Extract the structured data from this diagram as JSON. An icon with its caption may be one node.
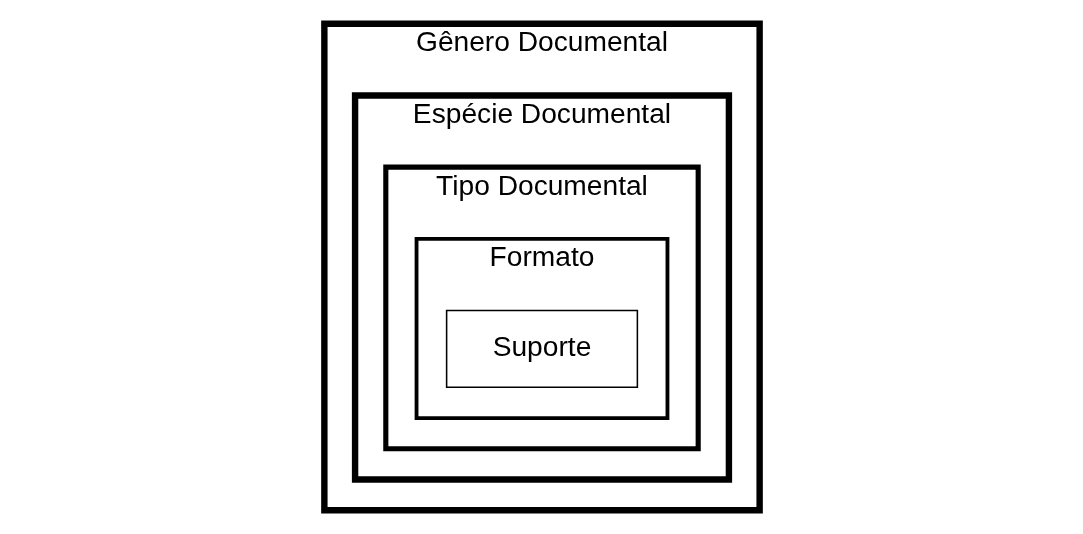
{
  "diagram": {
    "nodes": [
      {
        "text": [
          "Gênero Documental"
        ]
      },
      {
        "text": [
          "Espécie Documental"
        ],
        "in": 0
      },
      {
        "text": [
          "Tipo Documental"
        ],
        "in": 1
      },
      {
        "text": [
          "Formato"
        ],
        "in": 2
      },
      {
        "text": [
          "Suporte"
        ],
        "in": 3
      }
    ]
  }
}
